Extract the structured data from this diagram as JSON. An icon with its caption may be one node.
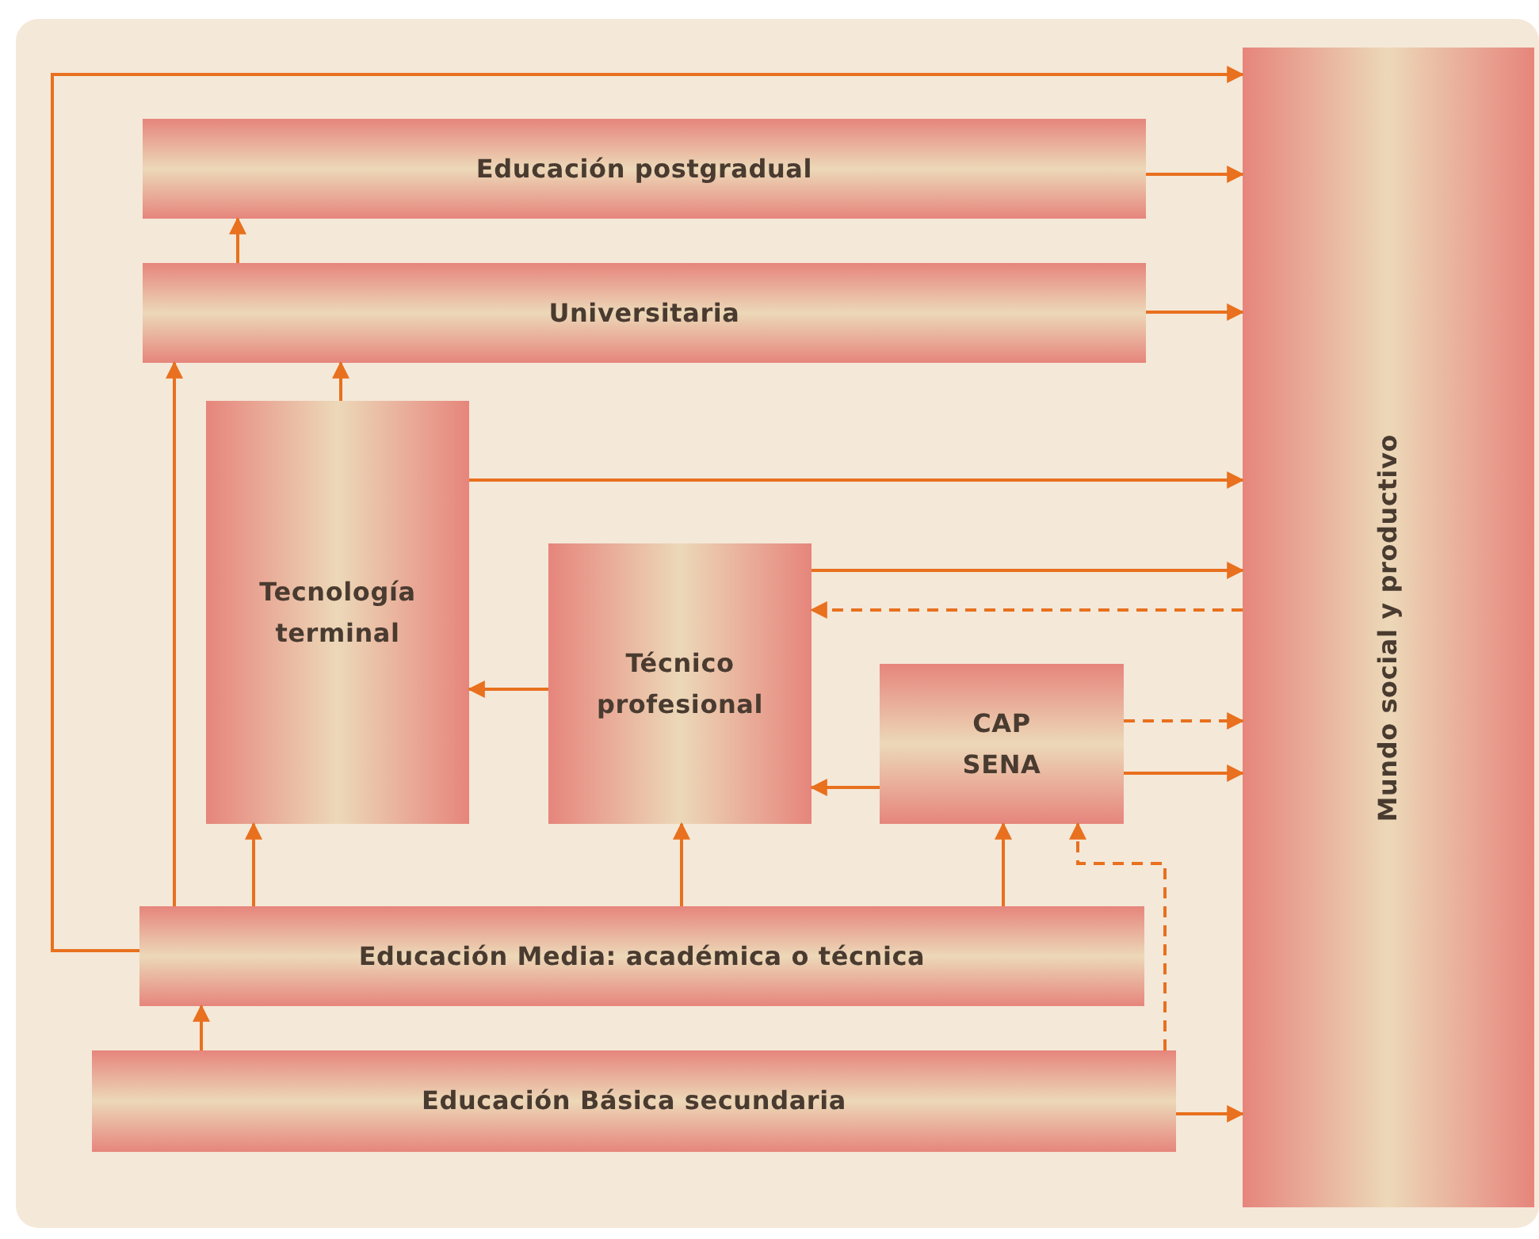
{
  "diagram": {
    "nodes": [
      {
        "text": [
          "Educación postgradual"
        ]
      },
      {
        "text": [
          "Universitaria"
        ]
      },
      {
        "text": [
          "Tecnología terminal"
        ]
      },
      {
        "text": [
          "Técnico profesional"
        ]
      },
      {
        "text": [
          "CAP SENA"
        ]
      },
      {
        "text": [
          "Educación Media: académica o técnica"
        ]
      },
      {
        "text": [
          "Educación Básica secundaria"
        ]
      },
      {
        "text": [
          "Mundo social y productivo"
        ]
      }
    ],
    "edges": [
      {
        "from": 5,
        "to": 7,
        "arrow": "to"
      },
      {
        "from": 5,
        "to": 1,
        "arrow": "to"
      },
      {
        "from": 1,
        "to": 0,
        "arrow": "to"
      },
      {
        "from": 0,
        "to": 7,
        "arrow": "to"
      },
      {
        "from": 1,
        "to": 7,
        "arrow": "to"
      },
      {
        "from": 2,
        "to": 1,
        "arrow": "to"
      },
      {
        "from": 2,
        "to": 7,
        "arrow": "to"
      },
      {
        "from": 3,
        "to": 7,
        "arrow": "to"
      },
      {
        "from": 7,
        "to": 3,
        "arrow": "to",
        "style": "dashed"
      },
      {
        "from": 3,
        "to": 2,
        "arrow": "to"
      },
      {
        "from": 4,
        "to": 7,
        "arrow": "to",
        "style": "dashed"
      },
      {
        "from": 4,
        "to": 7,
        "arrow": "to"
      },
      {
        "from": 4,
        "to": 3,
        "arrow": "to"
      },
      {
        "from": 5,
        "to": 2,
        "arrow": "to"
      },
      {
        "from": 5,
        "to": 3,
        "arrow": "to"
      },
      {
        "from": 5,
        "to": 4,
        "arrow": "to"
      },
      {
        "from": 6,
        "to": 5,
        "arrow": "to"
      },
      {
        "from": 6,
        "to": 4,
        "arrow": "to",
        "style": "dashed"
      },
      {
        "from": 6,
        "to": 7,
        "arrow": "to"
      }
    ]
  }
}
